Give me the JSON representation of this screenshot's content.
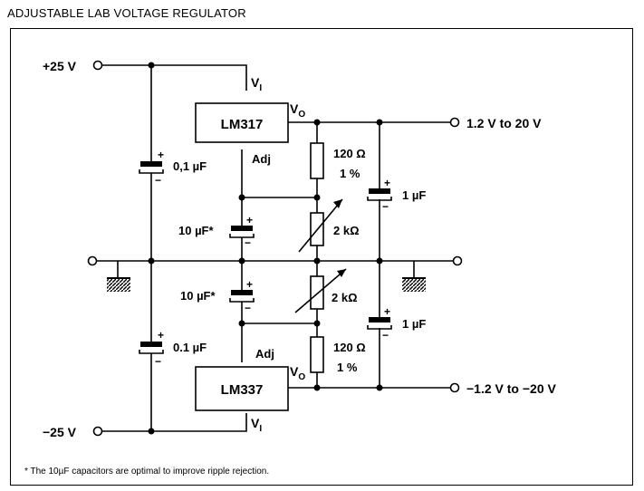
{
  "title": "ADJUSTABLE LAB VOLTAGE REGULATOR",
  "inputs": {
    "pos": "+25 V",
    "neg": "−25 V"
  },
  "outputs": {
    "pos": "1.2 V  to  20 V",
    "neg": "−1.2 V to −20 V"
  },
  "regulators": {
    "upper": {
      "name": "LM317",
      "vin": "V",
      "vin_sub": "I",
      "vout": "V",
      "vout_sub": "O",
      "adj": "Adj"
    },
    "lower": {
      "name": "LM337",
      "vin": "V",
      "vin_sub": "I",
      "vout": "V",
      "vout_sub": "O",
      "adj": "Adj"
    }
  },
  "components": {
    "c_in_top": "0,1 µF",
    "c_in_bot": "0.1 µF",
    "c_adj_top": "10 µF*",
    "c_adj_bot": "10 µF*",
    "r_top": "120 Ω",
    "r_top_tol": "1 %",
    "r_bot": "120 Ω",
    "r_bot_tol": "1 %",
    "pot_top": "2 kΩ",
    "pot_bot": "2 kΩ",
    "c_out_top": "1 µF",
    "c_out_bot": "1 µF",
    "plus": "+",
    "minus": "−"
  },
  "footnote": "*   The 10µF capacitors are optimal to improve ripple rejection."
}
